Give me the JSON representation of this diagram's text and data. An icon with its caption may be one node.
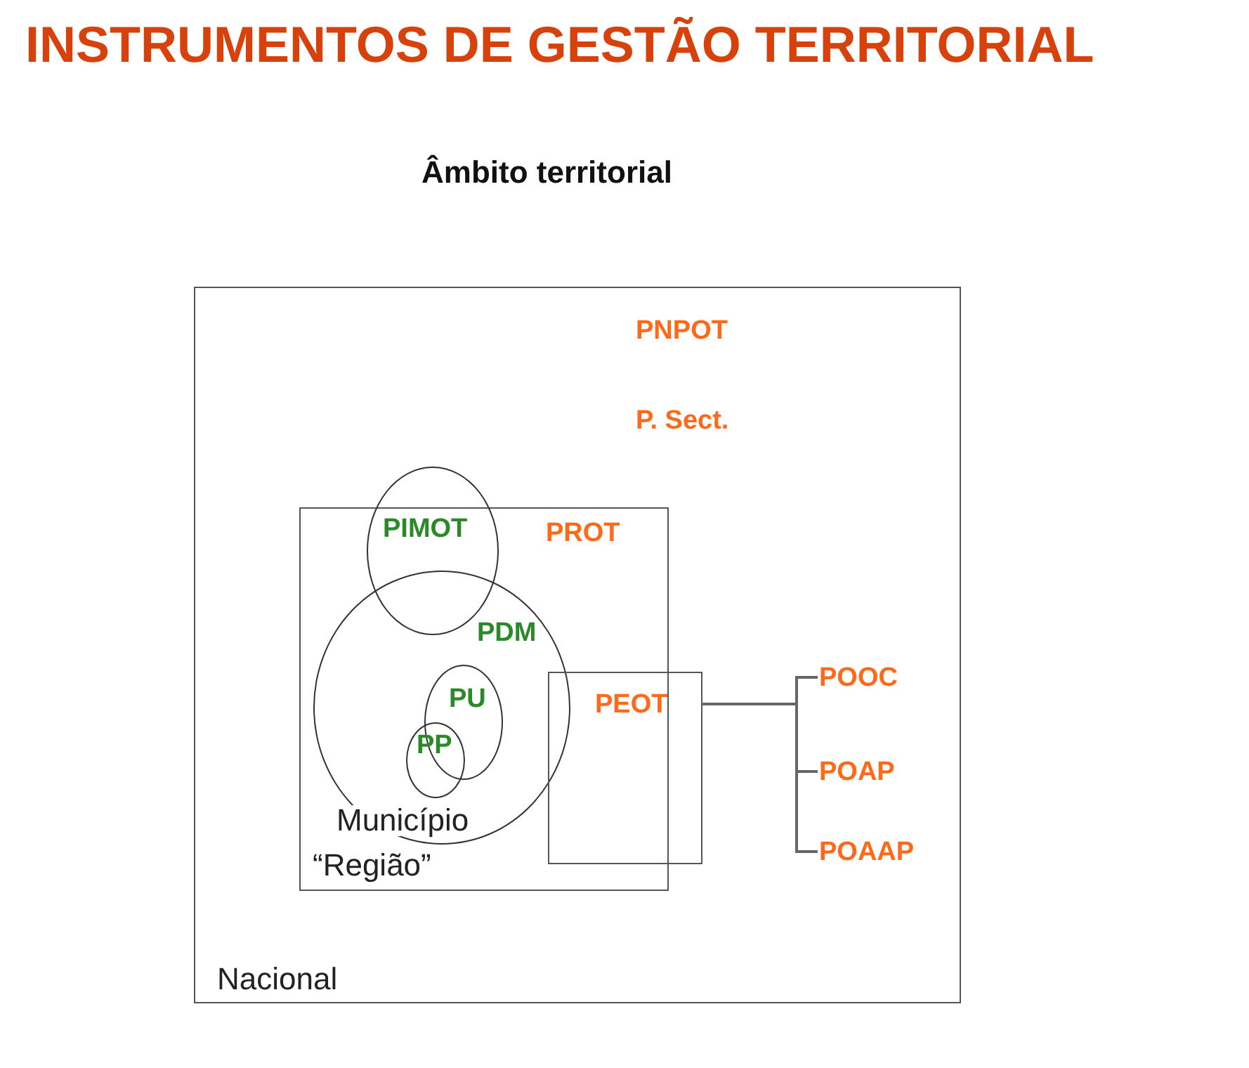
{
  "diagram": {
    "title": "INSTRUMENTOS DE GESTÃO TERRITORIAL",
    "nodes": [
      {
        "text": [
          "PNPOT",
          "P. Sect.",
          "Nacional"
        ]
      },
      {
        "text": [
          "PROT",
          "“Região”"
        ],
        "in": 0
      },
      {
        "text": [
          "PIMOT"
        ],
        "in": 0
      },
      {
        "text": [
          "PDM",
          "Município"
        ],
        "in": 1
      },
      {
        "text": [
          "PU"
        ],
        "in": 3
      },
      {
        "text": [
          "PP"
        ],
        "in": 3
      },
      {
        "text": [
          "PEOT"
        ],
        "in": 0
      },
      {
        "text": [
          "POOC"
        ],
        "in": 0
      },
      {
        "text": [
          "POAP"
        ],
        "in": 0
      },
      {
        "text": [
          "POAAP"
        ],
        "in": 0
      }
    ],
    "edges": [
      {
        "from": 6,
        "to": 7,
        "arrow": "none"
      },
      {
        "from": 6,
        "to": 8,
        "arrow": "none"
      },
      {
        "from": 6,
        "to": 9,
        "arrow": "none"
      }
    ],
    "labels": [
      "Âmbito territorial"
    ]
  }
}
